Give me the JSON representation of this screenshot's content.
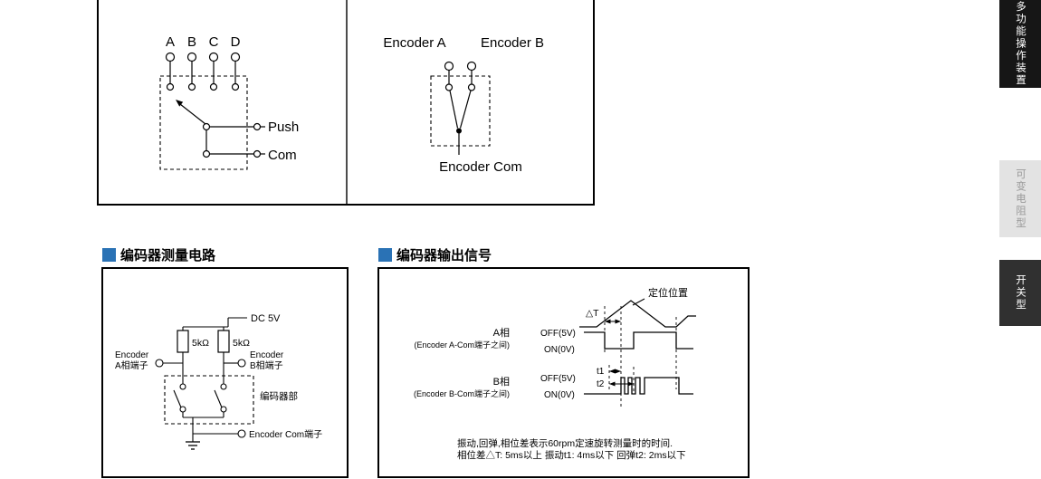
{
  "colors": {
    "accent_blue": "#2a72b5",
    "line": "#000000",
    "tab_black_bg": "#161616",
    "tab_light_bg": "#e3e3e3",
    "tab_light_text": "#9a9a9a",
    "tab_dark_bg": "#303030"
  },
  "top_diagram": {
    "switch_terminals": [
      "A",
      "B",
      "C",
      "D"
    ],
    "push": "Push",
    "com": "Com",
    "encoder_a": "Encoder A",
    "encoder_b": "Encoder B",
    "encoder_com": "Encoder Com"
  },
  "measure_circuit": {
    "title": "编码器测量电路",
    "dc_supply": "DC 5V",
    "resistor_left": "5kΩ",
    "resistor_right": "5kΩ",
    "terminal_a_line1": "Encoder",
    "terminal_a_line2": "A相端子",
    "terminal_b_line1": "Encoder",
    "terminal_b_line2": "B相端子",
    "encoder_part": "编码器部",
    "com_terminal": "Encoder Com端子"
  },
  "output_signal": {
    "title": "编码器输出信号",
    "detent_position": "定位位置",
    "phase_diff": "△T",
    "a_phase": "A相",
    "a_phase_sub": "(Encoder A-Com端子之间)",
    "a_off": "OFF(5V)",
    "a_on": "ON(0V)",
    "b_phase": "B相",
    "b_phase_sub": "(Encoder B-Com端子之间)",
    "b_off": "OFF(5V)",
    "b_on": "ON(0V)",
    "t1": "t1",
    "t2": "t2",
    "note1": "振动,回弹,相位差表示60rpm定速旋转测量时的时间.",
    "note2": "相位差△T: 5ms以上 振动t1: 4ms以下 回弹t2: 2ms以下"
  },
  "side_tabs": [
    {
      "label": "多功能操作装置"
    },
    {
      "label": "可变电阻型"
    },
    {
      "label": "开关型"
    }
  ]
}
